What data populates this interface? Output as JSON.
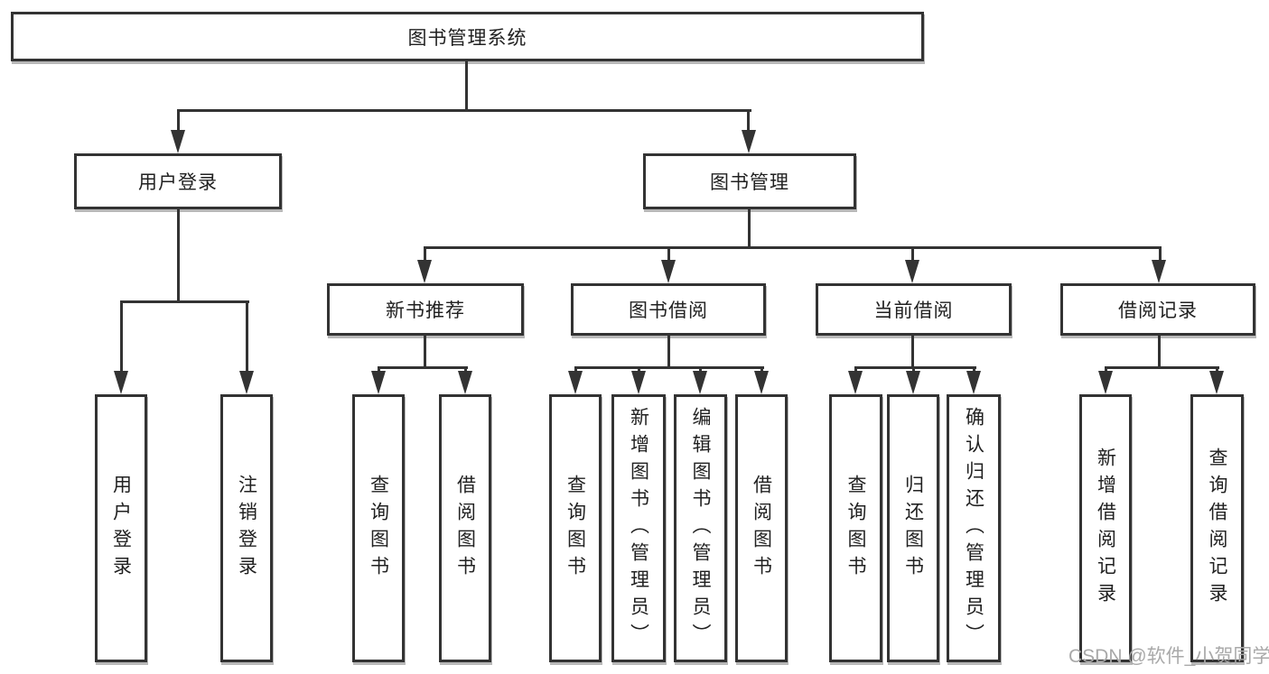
{
  "nodes": {
    "root": {
      "label": "图书管理系统"
    },
    "user_login": {
      "label": "用户登录"
    },
    "book_management": {
      "label": "图书管理"
    },
    "new_book_recommend": {
      "label": "新书推荐"
    },
    "book_borrow": {
      "label": "图书借阅"
    },
    "current_borrow": {
      "label": "当前借阅"
    },
    "borrow_records": {
      "label": "借阅记录"
    },
    "login": {
      "label": "用户登录"
    },
    "logout": {
      "label": "注销登录"
    },
    "recommend_query_books": {
      "label": "查询图书"
    },
    "recommend_borrow_books": {
      "label": "借阅图书"
    },
    "borrow_query_books": {
      "label": "查询图书"
    },
    "borrow_add_books": {
      "label": "新增图书（管理员）"
    },
    "borrow_edit_books": {
      "label": "编辑图书（管理员）"
    },
    "borrow_borrow_books": {
      "label": "借阅图书"
    },
    "current_query_books": {
      "label": "查询图书"
    },
    "current_return_books": {
      "label": "归还图书"
    },
    "current_confirm_return": {
      "label": "确认归还（管理员）"
    },
    "records_add_record": {
      "label": "新增借阅记录"
    },
    "records_query_record": {
      "label": "查询借阅记录"
    }
  },
  "hierarchy": {
    "图书管理系统": {
      "用户登录": [
        "用户登录",
        "注销登录"
      ],
      "图书管理": {
        "新书推荐": [
          "查询图书",
          "借阅图书"
        ],
        "图书借阅": [
          "查询图书",
          "新增图书（管理员）",
          "编辑图书（管理员）",
          "借阅图书"
        ],
        "当前借阅": [
          "查询图书",
          "归还图书",
          "确认归还（管理员）"
        ],
        "借阅记录": [
          "新增借阅记录",
          "查询借阅记录"
        ]
      }
    }
  },
  "watermark": "CSDN @软件_小贺同学",
  "colors": {
    "line": "#333333",
    "text": "#212121",
    "background": "#ffffff",
    "watermark": "#a9a9a9"
  }
}
